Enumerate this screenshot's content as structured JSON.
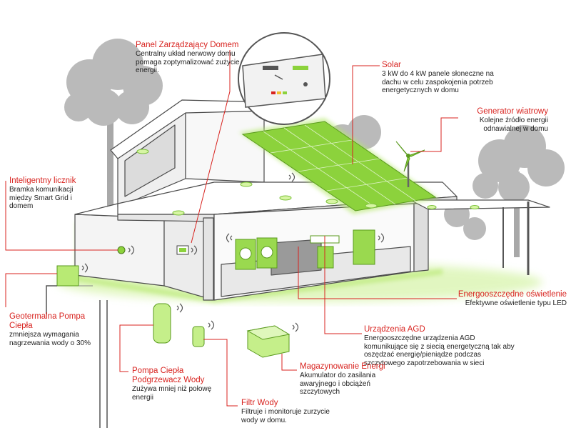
{
  "labels": {
    "panel": {
      "title": "Panel Zarządzający Domem",
      "desc": "Centralny układ nerwowy domu pomaga zoptymalizować zużycie energii."
    },
    "solar": {
      "title": "Solar",
      "desc": "3 kW do 4 kW panele słoneczne na dachu w celu zaspokojenia potrzeb energetycznych w domu"
    },
    "wind": {
      "title": "Generator wiatrowy",
      "desc": "Kolejne źródło energii odnawialnej w domu"
    },
    "meter": {
      "title": "Inteligentny licznik",
      "desc": "Bramka komunikacji między Smart Grid i domem"
    },
    "lighting": {
      "title": "Energooszczędne oświetlenie",
      "desc": "Efektywne oświetlenie typu LED"
    },
    "geo": {
      "title": "Geotermalna Pompa Ciepła",
      "desc": "zmniejsza wymagania nagrzewania wody o 30%"
    },
    "agd": {
      "title": "Urządzenia AGD",
      "desc": "Energooszczędne urządzenia AGD komunikujące się z siecią energetyczną tak aby oszędzać energię/pieniądze podczas szczytowego zapotrzebowania w sieci"
    },
    "heatpump": {
      "title": "Pompa Ciepła Podgrzewacz Wody",
      "desc": "Zużywa mniej niż połowę energii"
    },
    "storage": {
      "title": "Magazynowanie Energi",
      "desc": "Akumulator do zasilania awaryjnego i obciążeń szczytowych"
    },
    "filter": {
      "title": "Filtr Wody",
      "desc": "Filtruje i monitoruje zurzycie wody w domu."
    }
  },
  "colors": {
    "accent_red": "#d8231f",
    "energy_green": "#8cd23c",
    "glow_green": "#c9f08e",
    "line_gray": "#3a3a3a",
    "tree_gray": "#9a9a9a"
  }
}
